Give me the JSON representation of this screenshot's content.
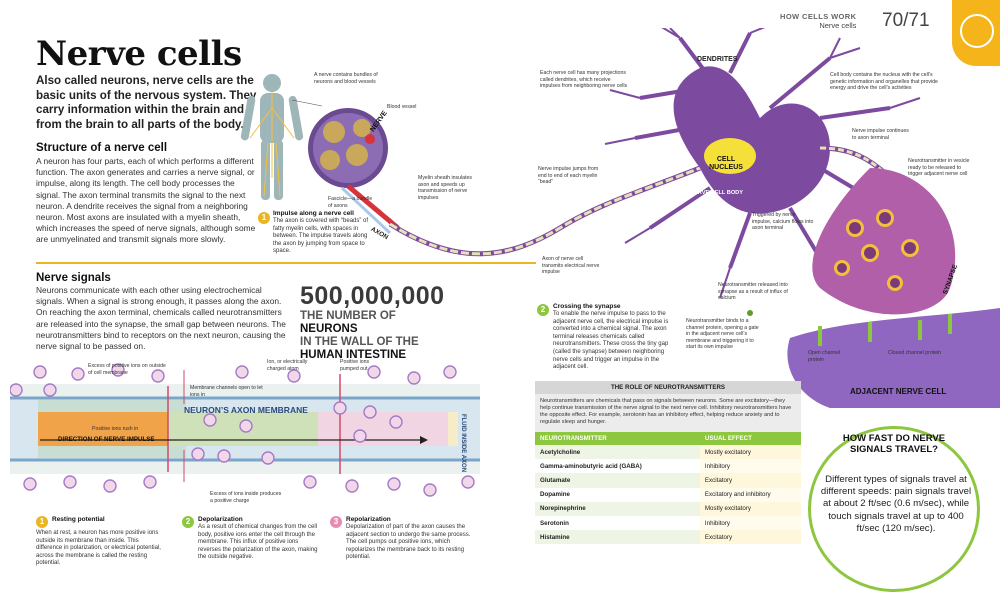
{
  "header": {
    "section": "HOW CELLS WORK",
    "subsection": "Nerve cells",
    "pages": "70/71"
  },
  "title": "Nerve cells",
  "intro": "Also called neurons, nerve cells are the basic units of the nervous system. They carry information within the brain and from the brain to all parts of the body.",
  "structure": {
    "heading": "Structure of a nerve cell",
    "text": "A neuron has four parts, each of which performs a different function. The axon generates and carries a nerve signal, or impulse, along its length. The cell body processes the signal. The axon terminal transmits the signal to the next neuron. A dendrite receives the signal from a neighboring neuron. Most axons are insulated with a myelin sheath, which increases the speed of nerve signals, although some are unmyelinated and transmit signals more slowly."
  },
  "signals": {
    "heading": "Nerve signals",
    "text": "Neurons communicate with each other using electrochemical signals. When a signal is strong enough, it passes along the axon. On reaching the axon terminal, chemicals called neurotransmitters are released into the synapse, the small gap between neurons. The neurotransmitters bind to receptors on the next neuron, causing the nerve signal to be passed on."
  },
  "stat": {
    "number": "500,000,000",
    "line1": "THE NUMBER OF",
    "line1b": "NEURONS",
    "line2": "IN THE WALL OF THE",
    "line3": "HUMAN INTESTINE"
  },
  "diagram_labels": {
    "nerve_contains": "A nerve contains bundles of neurons and blood vessels",
    "nerve": "NERVE",
    "blood_vessel": "Blood vessel",
    "fascicle": "Fascicle—a bundle of axons",
    "myelin": "Myelin sheath insulates axon and speeds up transmission of nerve impulses",
    "axon": "AXON",
    "step1_title": "Impulse along a nerve cell",
    "step1_text": "The axon is covered with “beads” of fatty myelin cells, with spaces in between. The impulse travels along the axon by jumping from space to space.",
    "projections": "Each nerve cell has many projections called dendrites, which receive impulses from neighboring nerve cells",
    "dendrites": "DENDRITES",
    "jumps": "Nerve impulse jumps from end to end of each myelin “bead”",
    "cell_nucleus_1": "CELL",
    "cell_nucleus_2": "NUCLEUS",
    "nerve_cell_body": "NERVE CELL BODY",
    "transmits": "Axon of nerve cell transmits electrical nerve impulse",
    "step2_title": "Crossing the synapse",
    "step2_text": "To enable the nerve impulse to pass to the adjacent nerve cell, the electrical impulse is converted into a chemical signal. The axon terminal releases chemicals called neurotransmitters. These cross the tiny gap (called the synapse) between neighboring nerve cells and trigger an impulse in the adjacent cell.",
    "cell_body_contains": "Cell body contains the nucleus with the cell’s genetic information and organelles that provide energy and drive the cell’s activities",
    "continues": "Nerve impulse continues to axon terminal",
    "vesicle": "Neurotransmitter in vesicle ready to be released to trigger adjacent nerve cell",
    "triggered": "Triggered by nerve impulse, calcium flows into axon terminal",
    "released": "Neurotransmitter released into synapse as a result of influx of calcium",
    "synapse": "SYNAPSE",
    "binds": "Neurotransmitter binds to a channel protein, opening a gate in the adjacent nerve cell’s membrane and triggering it to start its own impulse",
    "open_channel": "Open channel protein",
    "closed_channel": "Closed channel protein",
    "adjacent": "ADJACENT NERVE CELL"
  },
  "membrane_labels": {
    "excess_pos": "Excess of positive ions on outside of cell membrane",
    "ion": "Ion, or electrically charged atom",
    "pumped": "Positive ions pumped out",
    "channels": "Membrane channels open to let ions in",
    "membrane": "NEURON’S AXON MEMBRANE",
    "rush": "Positive ions rush in",
    "direction": "DIRECTION OF NERVE IMPULSE",
    "fluid": "FLUID INSIDE AXON",
    "excess_ions": "Excess of ions inside produces a positive charge",
    "s1_title": "Resting potential",
    "s1_text": "When at rest, a neuron has more positive ions outside its membrane than inside. This difference in polarization, or electrical potential, across the membrane is called the resting potential.",
    "s2_title": "Depolarization",
    "s2_text": "As a result of chemical changes from the cell body, positive ions enter the cell through the membrane. This influx of positive ions reverses the polarization of the axon, making the outside negative.",
    "s3_title": "Repolarization",
    "s3_text": "Depolarization of part of the axon causes the adjacent section to undergo the same process. The cell pumps out positive ions, which repolarizes the membrane back to its resting potential."
  },
  "numbers": [
    "1",
    "2",
    "3"
  ],
  "neuro_table": {
    "heading": "THE ROLE OF NEUROTRANSMITTERS",
    "description": "Neurotransmitters are chemicals that pass on signals between neurons. Some are excitatory—they help continue transmission of the nerve signal to the next nerve cell. Inhibitory neurotransmitters have the opposite effect. For example, serotonin has an inhibitory effect, helping reduce anxiety and to regulate sleep and hunger.",
    "col1": "NEUROTRANSMITTER",
    "col2": "USUAL EFFECT",
    "rows": [
      {
        "name": "Acetylcholine",
        "effect": "Mostly excitatory"
      },
      {
        "name": "Gamma-aminobutyric acid (GABA)",
        "effect": "Inhibitory"
      },
      {
        "name": "Glutamate",
        "effect": "Excitatory"
      },
      {
        "name": "Dopamine",
        "effect": "Excitatory and inhibitory"
      },
      {
        "name": "Norepinephrine",
        "effect": "Mostly excitatory"
      },
      {
        "name": "Serotonin",
        "effect": "Inhibitory"
      },
      {
        "name": "Histamine",
        "effect": "Excitatory"
      }
    ]
  },
  "speed": {
    "question": "HOW FAST DO NERVE SIGNALS TRAVEL?",
    "answer": "Different types of signals travel at different speeds: pain signals travel at about 2 ft/sec (0.6 m/sec), while touch signals travel at up to 400 ft/sec (120 m/sec)."
  },
  "colors": {
    "accent": "#e9b521",
    "green": "#8dc63f",
    "neuron": "#7c4a9e",
    "ion": "#c8a2d8"
  }
}
